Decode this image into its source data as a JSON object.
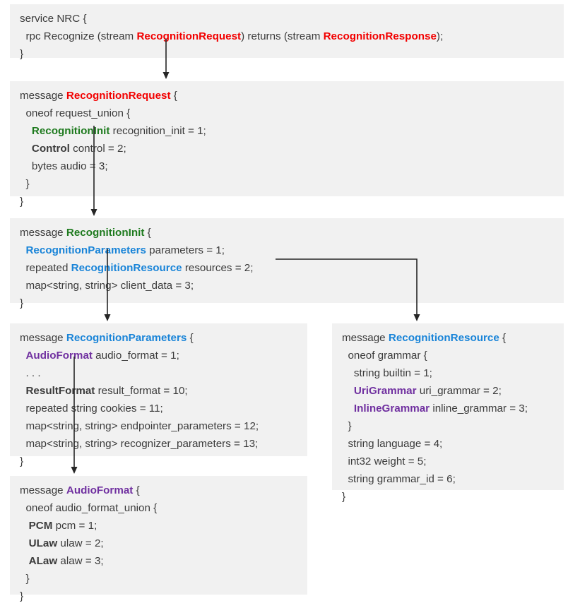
{
  "diagram": {
    "title": "NRC gRPC protobuf message hierarchy",
    "colors": {
      "block_background": "#f1f1f1",
      "text": "#3b3b3b",
      "red": "#f20000",
      "green": "#1e7a1e",
      "blue": "#1984d8",
      "purple": "#7030a0",
      "arrow": "#262626"
    },
    "blocks": [
      {
        "id": "service-nrc",
        "name": "service NRC",
        "lines": [
          [
            {
              "t": "service NRC {",
              "c": "plain"
            }
          ],
          [
            {
              "t": "  rpc Recognize (stream ",
              "c": "plain"
            },
            {
              "t": "RecognitionRequest",
              "c": "red"
            },
            {
              "t": ") returns (stream ",
              "c": "plain"
            },
            {
              "t": "RecognitionResponse",
              "c": "red"
            },
            {
              "t": ");",
              "c": "plain"
            }
          ],
          [
            {
              "t": "}",
              "c": "plain"
            }
          ]
        ]
      },
      {
        "id": "recognition-request",
        "name": "message RecognitionRequest",
        "lines": [
          [
            {
              "t": "message ",
              "c": "plain"
            },
            {
              "t": "RecognitionRequest",
              "c": "red"
            },
            {
              "t": " {",
              "c": "plain"
            }
          ],
          [
            {
              "t": "  oneof request_union {",
              "c": "plain"
            }
          ],
          [
            {
              "t": "    ",
              "c": "plain"
            },
            {
              "t": "RecognitionInit",
              "c": "green"
            },
            {
              "t": " recognition_init = 1;",
              "c": "plain"
            }
          ],
          [
            {
              "t": "    ",
              "c": "plain"
            },
            {
              "t": "Control",
              "c": "black-b"
            },
            {
              "t": " control = 2;",
              "c": "plain"
            }
          ],
          [
            {
              "t": "    bytes audio = 3;",
              "c": "plain"
            }
          ],
          [
            {
              "t": "  }",
              "c": "plain"
            }
          ],
          [
            {
              "t": "}",
              "c": "plain"
            }
          ]
        ]
      },
      {
        "id": "recognition-init",
        "name": "message RecognitionInit",
        "lines": [
          [
            {
              "t": "message ",
              "c": "plain"
            },
            {
              "t": "RecognitionInit",
              "c": "green"
            },
            {
              "t": " {",
              "c": "plain"
            }
          ],
          [
            {
              "t": "  ",
              "c": "plain"
            },
            {
              "t": "RecognitionParameters",
              "c": "blue"
            },
            {
              "t": " parameters = 1;",
              "c": "plain"
            }
          ],
          [
            {
              "t": "  repeated ",
              "c": "plain"
            },
            {
              "t": "RecognitionResource",
              "c": "blue"
            },
            {
              "t": " resources = 2;",
              "c": "plain"
            }
          ],
          [
            {
              "t": "  map<string, string> client_data = 3;",
              "c": "plain"
            }
          ],
          [
            {
              "t": "}",
              "c": "plain"
            }
          ]
        ]
      },
      {
        "id": "recognition-parameters",
        "name": "message RecognitionParameters",
        "lines": [
          [
            {
              "t": "message ",
              "c": "plain"
            },
            {
              "t": "RecognitionParameters",
              "c": "blue"
            },
            {
              "t": " {",
              "c": "plain"
            }
          ],
          [
            {
              "t": "  ",
              "c": "plain"
            },
            {
              "t": "AudioFormat",
              "c": "purple"
            },
            {
              "t": " audio_format = 1;",
              "c": "plain"
            }
          ],
          [
            {
              "t": "  . . .",
              "c": "plain"
            }
          ],
          [
            {
              "t": "  ",
              "c": "plain"
            },
            {
              "t": "ResultFormat",
              "c": "black-b"
            },
            {
              "t": " result_format = 10;",
              "c": "plain"
            }
          ],
          [
            {
              "t": "  repeated string cookies = 11;",
              "c": "plain"
            }
          ],
          [
            {
              "t": "  map<string, string> endpointer_parameters = 12;",
              "c": "plain"
            }
          ],
          [
            {
              "t": "  map<string, string> recognizer_parameters = 13;",
              "c": "plain"
            }
          ],
          [
            {
              "t": "}",
              "c": "plain"
            }
          ]
        ]
      },
      {
        "id": "recognition-resource",
        "name": "message RecognitionResource",
        "lines": [
          [
            {
              "t": "message ",
              "c": "plain"
            },
            {
              "t": "RecognitionResource",
              "c": "blue"
            },
            {
              "t": " {",
              "c": "plain"
            }
          ],
          [
            {
              "t": "  oneof grammar {",
              "c": "plain"
            }
          ],
          [
            {
              "t": "    string builtin = 1;",
              "c": "plain"
            }
          ],
          [
            {
              "t": "    ",
              "c": "plain"
            },
            {
              "t": "UriGrammar",
              "c": "purple"
            },
            {
              "t": " uri_grammar = 2;",
              "c": "plain"
            }
          ],
          [
            {
              "t": "    ",
              "c": "plain"
            },
            {
              "t": "InlineGrammar",
              "c": "purple"
            },
            {
              "t": " inline_grammar = 3;",
              "c": "plain"
            }
          ],
          [
            {
              "t": "  }",
              "c": "plain"
            }
          ],
          [
            {
              "t": "  string language = 4;",
              "c": "plain"
            }
          ],
          [
            {
              "t": "  int32 weight = 5;",
              "c": "plain"
            }
          ],
          [
            {
              "t": "  string grammar_id = 6;",
              "c": "plain"
            }
          ],
          [
            {
              "t": "}",
              "c": "plain"
            }
          ]
        ]
      },
      {
        "id": "audio-format",
        "name": "message AudioFormat",
        "lines": [
          [
            {
              "t": "message ",
              "c": "plain"
            },
            {
              "t": "AudioFormat",
              "c": "purple"
            },
            {
              "t": " {",
              "c": "plain"
            }
          ],
          [
            {
              "t": "  oneof audio_format_union {",
              "c": "plain"
            }
          ],
          [
            {
              "t": "   ",
              "c": "plain"
            },
            {
              "t": "PCM",
              "c": "black-b"
            },
            {
              "t": " pcm = 1;",
              "c": "plain"
            }
          ],
          [
            {
              "t": "   ",
              "c": "plain"
            },
            {
              "t": "ULaw",
              "c": "black-b"
            },
            {
              "t": " ulaw = 2;",
              "c": "plain"
            }
          ],
          [
            {
              "t": "   ",
              "c": "plain"
            },
            {
              "t": "ALaw",
              "c": "black-b"
            },
            {
              "t": " alaw = 3;",
              "c": "plain"
            }
          ],
          [
            {
              "t": "  }",
              "c": "plain"
            }
          ],
          [
            {
              "t": "}",
              "c": "plain"
            }
          ]
        ]
      }
    ],
    "connectors": [
      {
        "id": "service-to-request",
        "from": "service-nrc",
        "to": "recognition-request"
      },
      {
        "id": "request-to-init",
        "from": "recognition-request",
        "to": "recognition-init"
      },
      {
        "id": "init-to-parameters",
        "from": "recognition-init",
        "to": "recognition-parameters"
      },
      {
        "id": "init-to-resource",
        "from": "recognition-init",
        "to": "recognition-resource"
      },
      {
        "id": "parameters-to-audioformat",
        "from": "recognition-parameters",
        "to": "audio-format"
      }
    ]
  }
}
